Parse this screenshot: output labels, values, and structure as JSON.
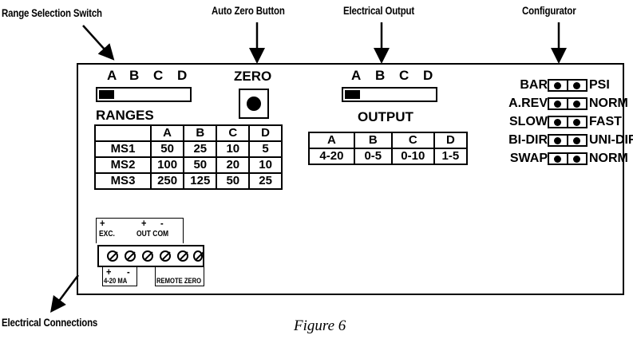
{
  "callouts": {
    "range_switch": "Range Selection Switch",
    "auto_zero": "Auto Zero Button",
    "electrical_output": "Electrical  Output",
    "configurator": "Configurator",
    "electrical_connections": "Electrical Connections"
  },
  "range_switch": {
    "positions": [
      "A",
      "B",
      "C",
      "D"
    ],
    "selected": "A"
  },
  "zero_button": {
    "label": "ZERO"
  },
  "ranges": {
    "title": "RANGES",
    "headers": [
      "",
      "A",
      "B",
      "C",
      "D"
    ],
    "rows": [
      [
        "MS1",
        "50",
        "25",
        "10",
        "5"
      ],
      [
        "MS2",
        "100",
        "50",
        "20",
        "10"
      ],
      [
        "MS3",
        "250",
        "125",
        "50",
        "25"
      ]
    ]
  },
  "output_switch": {
    "positions": [
      "A",
      "B",
      "C",
      "D"
    ],
    "selected": "A"
  },
  "output": {
    "title": "OUTPUT",
    "headers": [
      "A",
      "B",
      "C",
      "D"
    ],
    "values": [
      "4-20",
      "0-5",
      "0-10",
      "1-5"
    ]
  },
  "configurator": [
    {
      "left": "BAR",
      "right": "PSI"
    },
    {
      "left": "A.REV",
      "right": "NORM"
    },
    {
      "left": "SLOW",
      "right": "FAST"
    },
    {
      "left": "BI-DIR",
      "right": "UNI-DIR"
    },
    {
      "left": "SWAP",
      "right": "NORM"
    }
  ],
  "terminals": {
    "top_signs": {
      "exc_plus": "+",
      "out_plus": "+",
      "com_minus": "-"
    },
    "top_labels": {
      "exc": "EXC.",
      "out_com": "OUT COM"
    },
    "bottom_signs": {
      "plus": "+",
      "minus": "-"
    },
    "bottom_labels": {
      "ma": "4-20 MA",
      "remote_zero": "REMOTE ZERO"
    }
  },
  "caption": "Figure 6"
}
